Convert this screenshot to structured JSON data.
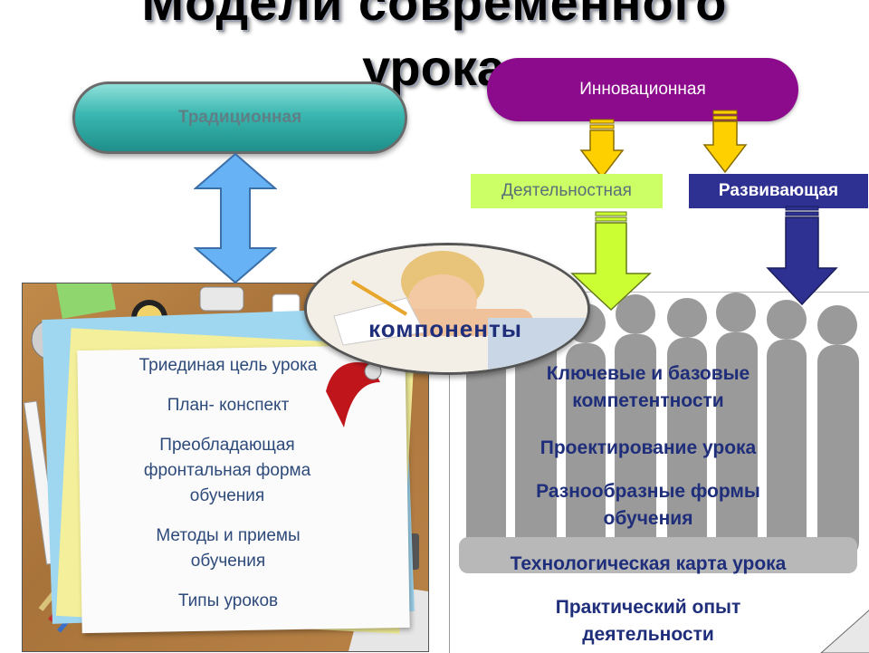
{
  "title": {
    "line1": "Модели современного",
    "line2": "урока"
  },
  "traditional": {
    "label": "Традиционная"
  },
  "innovative": {
    "label": "Инновационная"
  },
  "branches": {
    "activity": "Деятельностная",
    "developing": "Развивающая"
  },
  "center": {
    "label": "компоненты"
  },
  "traditional_components": [
    "Триединая цель урока",
    "План- конспект",
    "Преобладающая фронтальная форма обучения",
    "Методы и приемы обучения",
    "Типы уроков"
  ],
  "innovative_components": [
    "Ключевые и базовые компетентности",
    "Проектирование урока",
    "Разнообразные формы обучения",
    "Технологическая карта урока",
    "Практический опыт деятельности"
  ],
  "colors": {
    "traditional_pill": "#39b7b0",
    "innovative_pill": "#8c0a8c",
    "activity_box": "#ccff66",
    "developing_box": "#2e3192",
    "arrow_blue": "#66b2f5",
    "arrow_yellow": "#ffd000",
    "arrow_green": "#ccff33",
    "arrow_navy": "#2e3192",
    "text_navy": "#1f2e7a"
  },
  "icons": [
    "double-arrow-icon",
    "down-arrow-icon",
    "child-photo",
    "silhouettes-people",
    "desk-collage"
  ]
}
